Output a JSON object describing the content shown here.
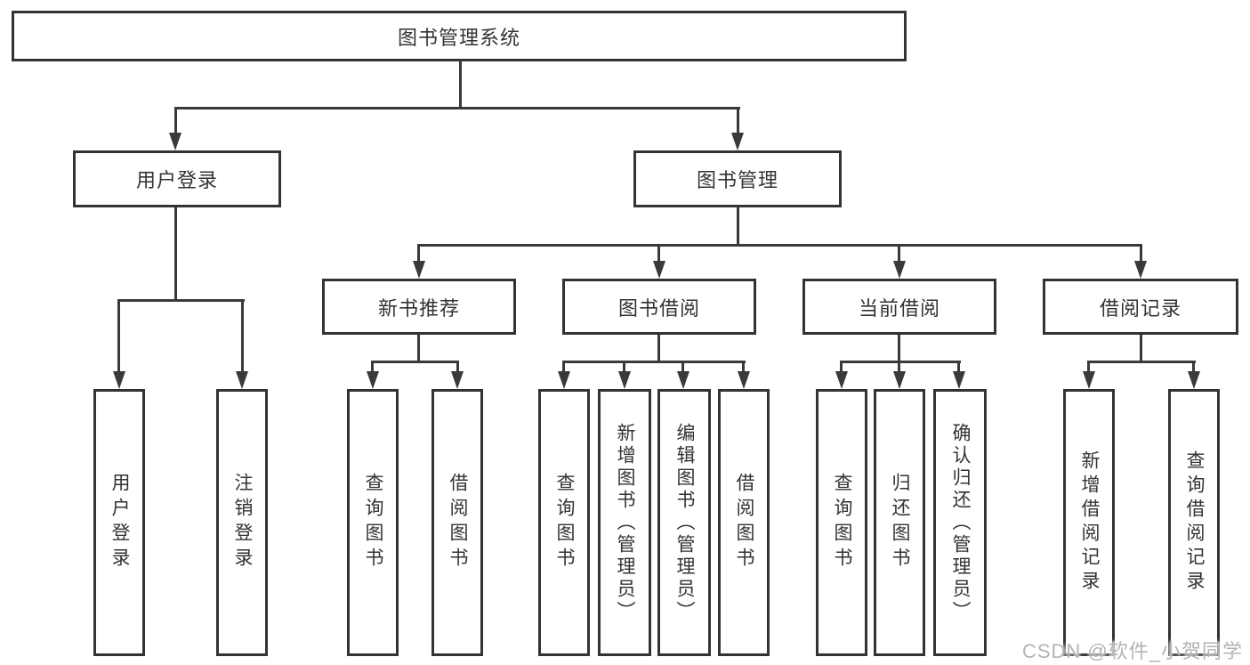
{
  "nodes": {
    "root": {
      "label": "图书管理系统"
    },
    "level2": [
      {
        "label": "用户登录"
      },
      {
        "label": "图书管理"
      }
    ],
    "level3": [
      {
        "label": "新书推荐",
        "parent": "图书管理"
      },
      {
        "label": "图书借阅",
        "parent": "图书管理"
      },
      {
        "label": "当前借阅",
        "parent": "图书管理"
      },
      {
        "label": "借阅记录",
        "parent": "图书管理"
      }
    ],
    "leaves": [
      {
        "label": "用户登录",
        "parent": "用户登录"
      },
      {
        "label": "注销登录",
        "parent": "用户登录"
      },
      {
        "label": "查询图书",
        "parent": "新书推荐"
      },
      {
        "label": "借阅图书",
        "parent": "新书推荐"
      },
      {
        "label": "查询图书",
        "parent": "图书借阅"
      },
      {
        "label": "新增图书（管理员）",
        "parent": "图书借阅"
      },
      {
        "label": "编辑图书（管理员）",
        "parent": "图书借阅"
      },
      {
        "label": "借阅图书",
        "parent": "图书借阅"
      },
      {
        "label": "查询图书",
        "parent": "当前借阅"
      },
      {
        "label": "归还图书",
        "parent": "当前借阅"
      },
      {
        "label": "确认归还（管理员）",
        "parent": "当前借阅"
      },
      {
        "label": "新增借阅记录",
        "parent": "借阅记录"
      },
      {
        "label": "查询借阅记录",
        "parent": "借阅记录"
      }
    ]
  },
  "watermark": "CSDN @软件_小贺同学",
  "colors": {
    "background": "#ffffff",
    "box_border": "#333333",
    "line": "#3a3a3a",
    "text": "#333333",
    "watermark_text": "#b3b3b3"
  }
}
